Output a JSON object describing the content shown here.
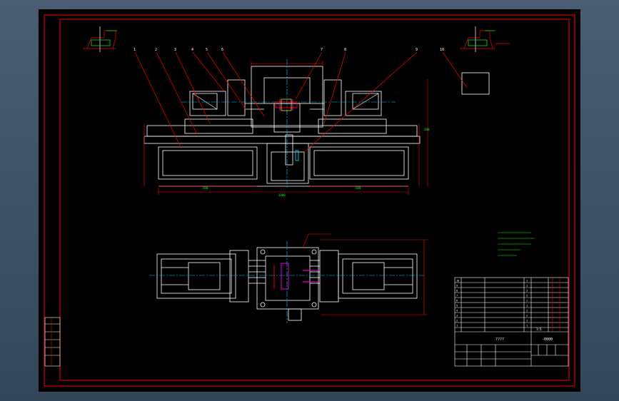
{
  "drawing": {
    "background": "#000000",
    "border_color": "#ff0000",
    "line_color": "#ffffff",
    "annotation_color": "#00ff00",
    "centerline_color": "#00ccff",
    "highlight_color": "#ff00ff",
    "part_numbers": [
      "1",
      "2",
      "3",
      "4",
      "5",
      "6",
      "7",
      "8",
      "9",
      "10"
    ],
    "front_view": {
      "left_block_label": "",
      "right_block_label": "",
      "dim_total": "1000",
      "dim_left": "500",
      "dim_right": "500",
      "dim_height": "300"
    },
    "notes": {
      "heading": "",
      "lines": [
        "",
        "",
        "",
        "",
        ""
      ]
    },
    "title_block": {
      "drawing_name": "????",
      "drawing_number": "-0000",
      "scale_label": "1:5",
      "rows": [
        {
          "no": "10",
          "name": "",
          "qty": "1"
        },
        {
          "no": "9",
          "name": "",
          "qty": "1"
        },
        {
          "no": "8",
          "name": "",
          "qty": "2"
        },
        {
          "no": "7",
          "name": "",
          "qty": "2"
        },
        {
          "no": "6",
          "name": "",
          "qty": "1"
        },
        {
          "no": "5",
          "name": "",
          "qty": "1"
        },
        {
          "no": "4",
          "name": "",
          "qty": "2"
        },
        {
          "no": "3",
          "name": "",
          "qty": "2"
        },
        {
          "no": "2",
          "name": "",
          "qty": "1"
        },
        {
          "no": "1",
          "name": "",
          "qty": "1"
        }
      ]
    }
  }
}
